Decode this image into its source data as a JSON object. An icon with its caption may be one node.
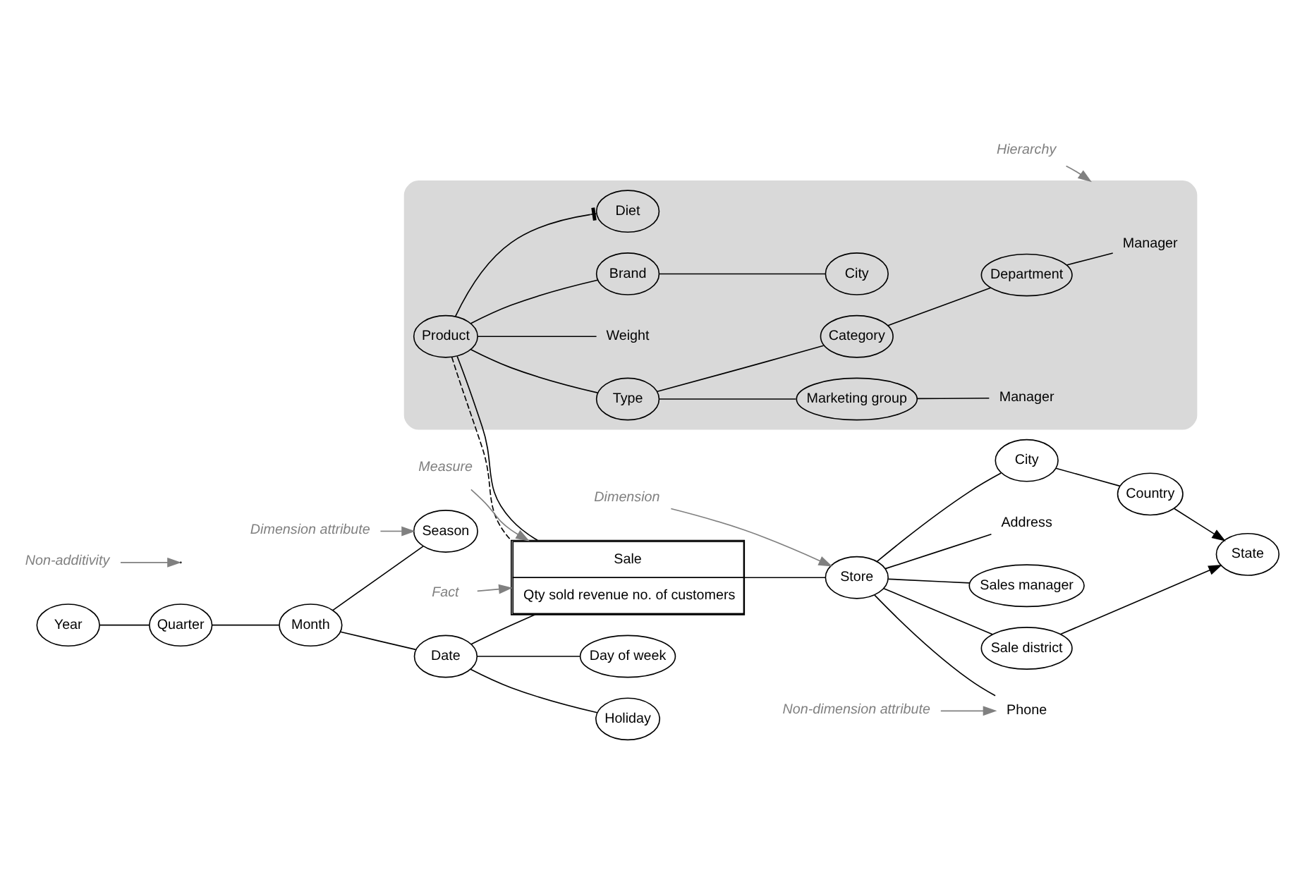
{
  "diagram": {
    "nodes": [
      {
        "text": [],
        "shape": "ellipse"
      },
      {
        "text": [
          "Manager"
        ],
        "in": 0
      },
      {
        "text": [
          "Manager"
        ],
        "in": 0
      },
      {
        "text": [
          "Marketing group"
        ],
        "in": 0
      },
      {
        "text": [
          "Department"
        ],
        "in": 0
      },
      {
        "text": [
          "Category"
        ],
        "in": 0
      },
      {
        "text": [
          "Type"
        ],
        "in": 0
      },
      {
        "text": [
          "Weight"
        ],
        "in": 0
      },
      {
        "text": [
          "City"
        ],
        "in": 0
      },
      {
        "text": [
          "Brand"
        ],
        "in": 0
      },
      {
        "text": [
          "Product"
        ],
        "in": 0
      },
      {
        "text": [
          "Diet"
        ],
        "in": 0
      },
      {
        "text": [
          "Hierarchy"
        ]
      },
      {
        "text": [
          "Dimension attribute"
        ]
      },
      {
        "text": [
          "Season"
        ]
      },
      {
        "text": [
          "Holiday"
        ]
      },
      {
        "text": [
          "Day of week"
        ]
      },
      {
        "text": [
          "Fact"
        ]
      },
      {
        "text": [
          "Sale",
          "Qty sold revenue no. of customers"
        ]
      },
      {
        "text": [
          "Sales manager"
        ]
      },
      {
        "text": [
          "Sale district"
        ]
      },
      {
        "text": [
          "Store"
        ]
      },
      {
        "text": [
          "Year"
        ]
      },
      {
        "text": [
          "Quarter"
        ]
      },
      {
        "text": [
          "Month"
        ]
      },
      {
        "text": [
          "Date"
        ]
      },
      {
        "text": [
          "City"
        ]
      },
      {
        "text": [
          "Country"
        ]
      },
      {
        "text": [
          "State"
        ]
      },
      {
        "text": [
          "Address"
        ]
      },
      {
        "text": [
          "Phone"
        ]
      },
      {
        "text": [
          "Non-additivity"
        ]
      },
      {
        "text": [
          "Measure"
        ]
      },
      {
        "text": [
          "Dimension"
        ]
      },
      {
        "text": [
          "Non-dimension attribute"
        ]
      }
    ],
    "edges": [
      {
        "from": 4,
        "to": 1,
        "arrow": "none"
      },
      {
        "from": 3,
        "to": 2,
        "arrow": "none"
      },
      {
        "from": 6,
        "to": 3,
        "arrow": "none"
      },
      {
        "from": 5,
        "to": 4,
        "arrow": "none"
      },
      {
        "from": 6,
        "to": 5,
        "arrow": "none"
      },
      {
        "from": 10,
        "to": 6,
        "arrow": "none"
      },
      {
        "from": 10,
        "to": 7,
        "arrow": "none"
      },
      {
        "from": 9,
        "to": 8,
        "arrow": "none"
      },
      {
        "from": 10,
        "to": 9,
        "arrow": "none"
      },
      {
        "from": 10,
        "to": 11,
        "arrow": "other"
      },
      {
        "from": 18,
        "to": 10,
        "arrow": "none"
      },
      {
        "from": 10,
        "to": 18,
        "arrow": "none",
        "style": "dashed"
      },
      {
        "from": 12,
        "to": 0,
        "arrow": "to",
        "color": "#808080"
      },
      {
        "from": 13,
        "to": 14,
        "arrow": "to",
        "color": "#808080"
      },
      {
        "from": 24,
        "to": 14,
        "arrow": "none"
      },
      {
        "from": 25,
        "to": 15,
        "arrow": "none"
      },
      {
        "from": 25,
        "to": 16,
        "arrow": "none"
      },
      {
        "from": 22,
        "to": 23,
        "arrow": "none"
      },
      {
        "from": 23,
        "to": 24,
        "arrow": "none"
      },
      {
        "from": 24,
        "to": 25,
        "arrow": "none"
      },
      {
        "from": 25,
        "to": 18,
        "arrow": "none"
      },
      {
        "from": 17,
        "to": 18,
        "arrow": "to",
        "color": "#808080"
      },
      {
        "from": 18,
        "to": 21,
        "arrow": "none"
      },
      {
        "from": 21,
        "to": 19,
        "arrow": "none"
      },
      {
        "from": 21,
        "to": 20,
        "arrow": "none"
      },
      {
        "from": 20,
        "to": 28,
        "arrow": "to"
      },
      {
        "from": 21,
        "to": 26,
        "arrow": "none"
      },
      {
        "from": 26,
        "to": 27,
        "arrow": "none"
      },
      {
        "from": 27,
        "to": 28,
        "arrow": "to"
      },
      {
        "from": 21,
        "to": 29,
        "arrow": "none"
      },
      {
        "from": 21,
        "to": 30,
        "arrow": "none"
      },
      {
        "from": 31,
        "to": null,
        "arrow": "to",
        "color": "#808080"
      },
      {
        "from": 32,
        "to": 18,
        "arrow": "to",
        "color": "#808080"
      },
      {
        "from": 33,
        "to": 21,
        "arrow": "to",
        "color": "#808080"
      },
      {
        "from": 34,
        "to": 30,
        "arrow": "to",
        "color": "#808080"
      }
    ]
  }
}
